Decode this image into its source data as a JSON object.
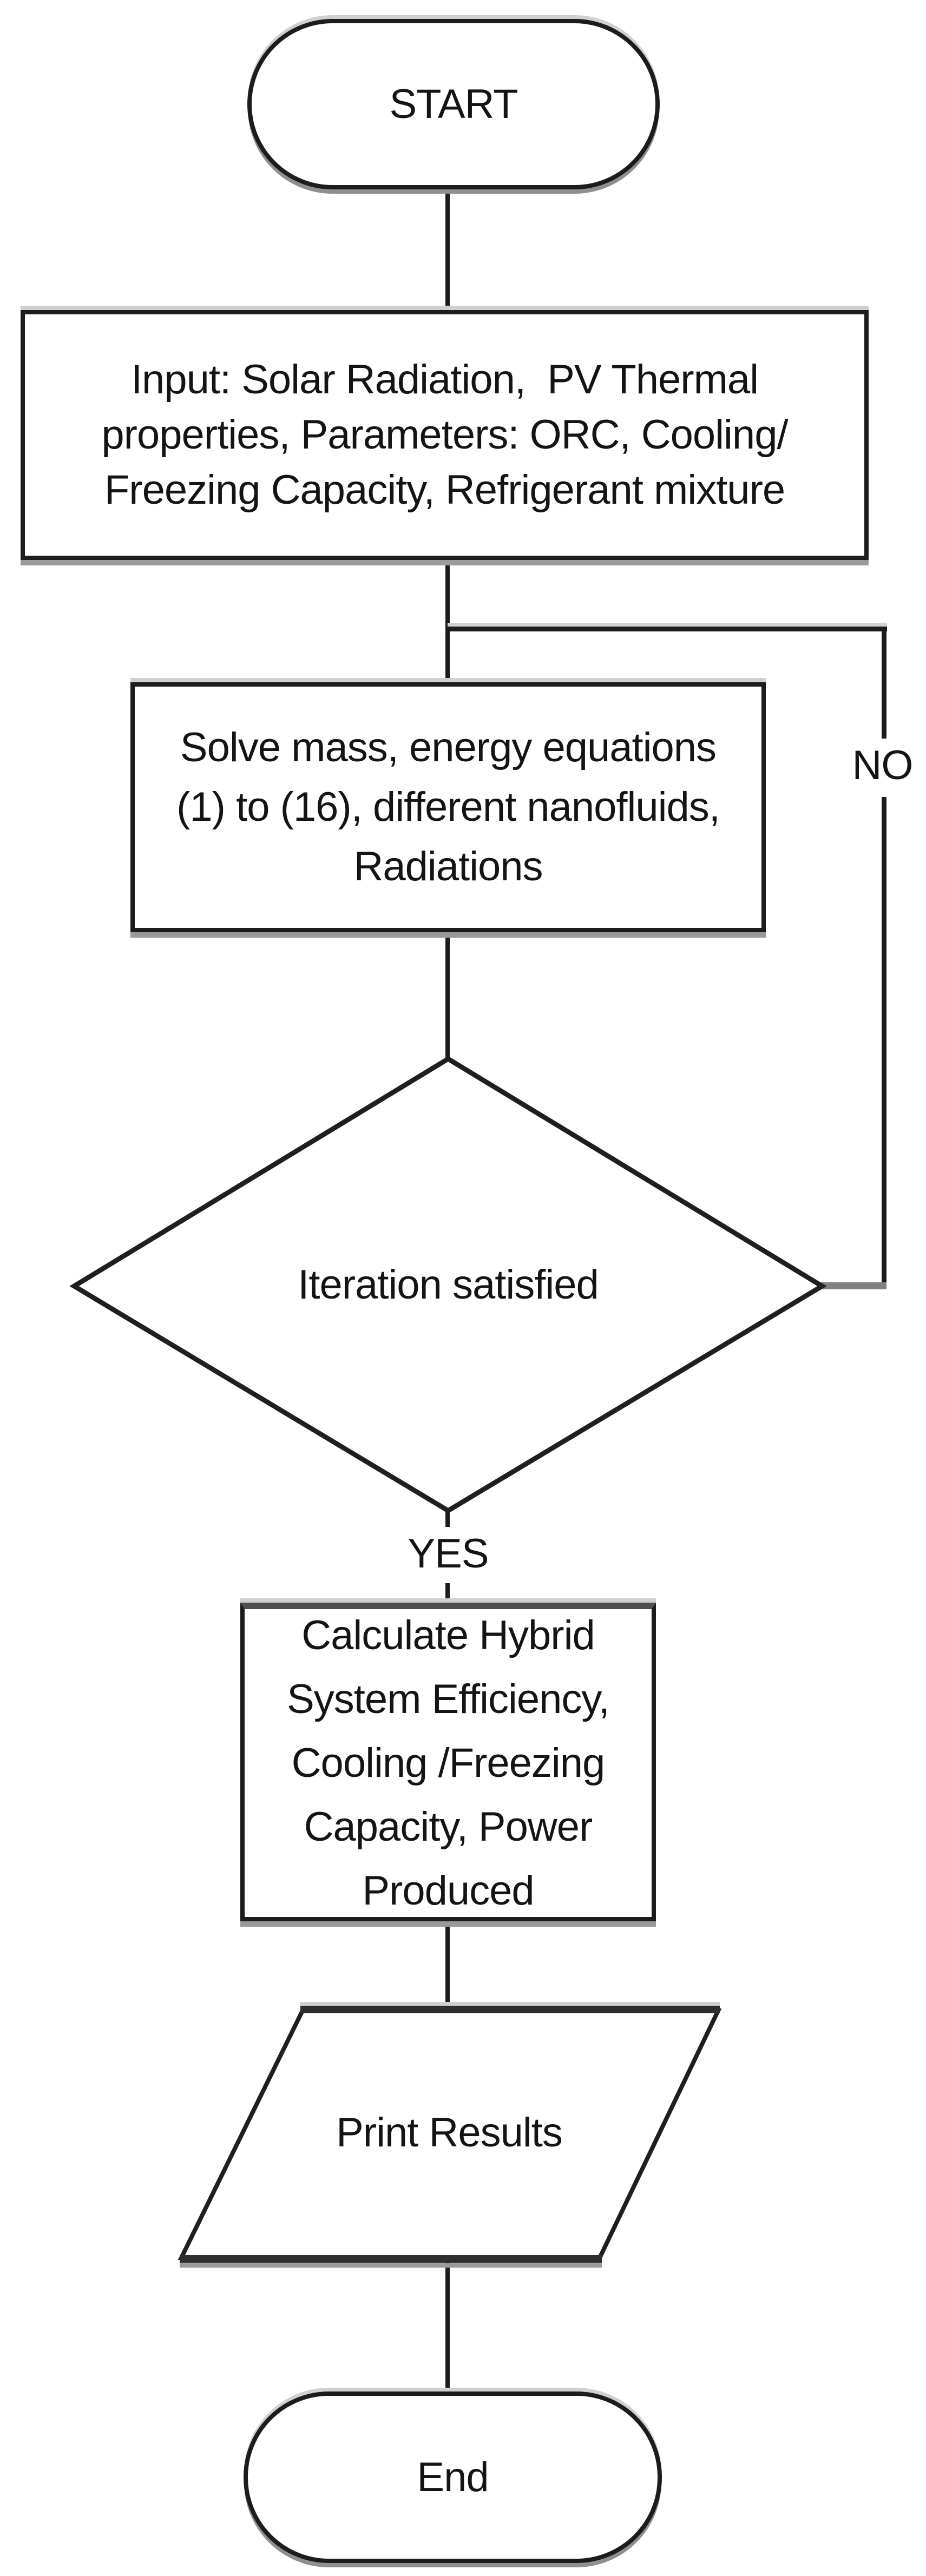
{
  "diagram": {
    "type": "flowchart",
    "nodes": {
      "start": {
        "shape": "terminator",
        "label": "START"
      },
      "input": {
        "shape": "process",
        "lines": [
          "Input: Solar Radiation,  PV Thermal",
          "properties, Parameters: ORC, Cooling/",
          "Freezing Capacity, Refrigerant mixture"
        ]
      },
      "solve": {
        "shape": "process",
        "lines": [
          "Solve mass, energy equations",
          "(1) to (16), different nanofluids,",
          "Radiations"
        ]
      },
      "decision": {
        "shape": "decision",
        "label": "Iteration satisfied"
      },
      "calculate": {
        "shape": "process",
        "lines": [
          "Calculate Hybrid",
          "System Efficiency,",
          "Cooling /Freezing",
          "Capacity, Power",
          "Produced"
        ]
      },
      "print": {
        "shape": "input-output",
        "label": "Print Results"
      },
      "end": {
        "shape": "terminator",
        "label": "End"
      }
    },
    "edges": {
      "yes_label": "YES",
      "no_label": "NO"
    },
    "colors": {
      "stroke": "#1c1c1c",
      "text": "#141414",
      "background": "#ffffff",
      "shadow_light": "#d0d0d0",
      "shadow_dark": "#8f8f8f",
      "no_connector_gray": "#808080"
    }
  }
}
